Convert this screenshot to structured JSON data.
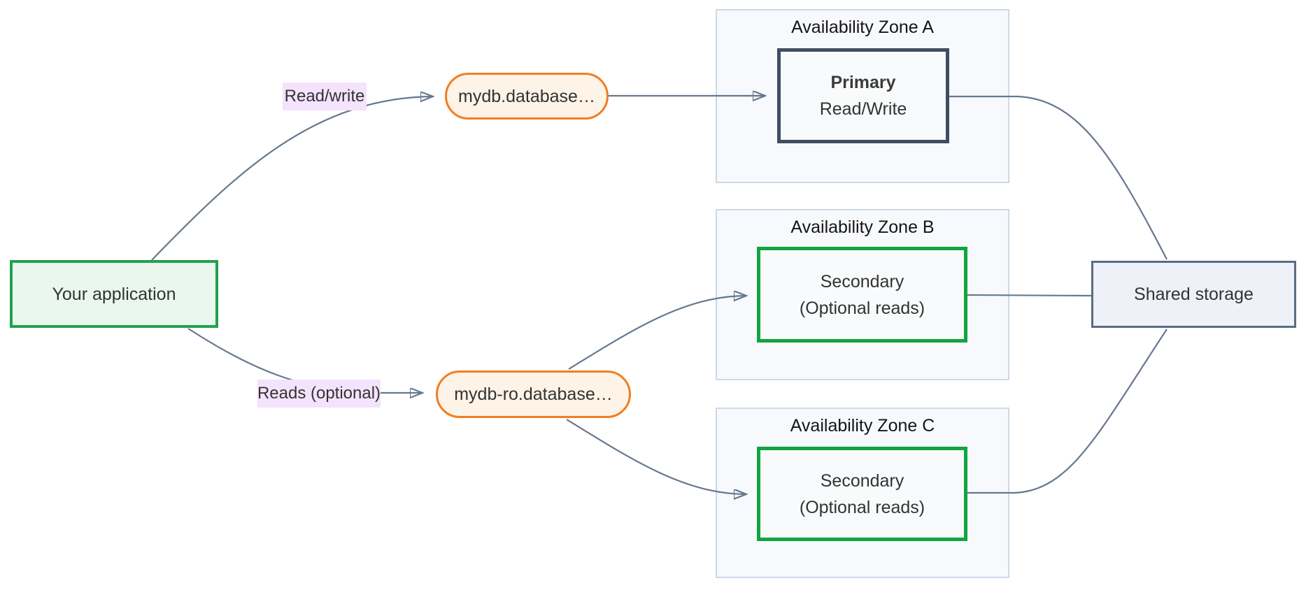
{
  "diagram": {
    "nodes": {
      "application": {
        "label": "Your application"
      },
      "endpoint_rw": {
        "label": "mydb.database…"
      },
      "endpoint_ro": {
        "label": "mydb-ro.database…"
      },
      "primary": {
        "title": "Primary",
        "subtitle": "Read/Write"
      },
      "secondary_b": {
        "title": "Secondary",
        "subtitle": "(Optional reads)"
      },
      "secondary_c": {
        "title": "Secondary",
        "subtitle": "(Optional reads)"
      },
      "shared_storage": {
        "label": "Shared storage"
      }
    },
    "zones": {
      "a": {
        "title": "Availability Zone A"
      },
      "b": {
        "title": "Availability Zone B"
      },
      "c": {
        "title": "Availability Zone C"
      }
    },
    "edge_labels": {
      "read_write": "Read/write",
      "reads_optional": "Reads (optional)"
    },
    "colors": {
      "canvas-bg": "#ffffff",
      "connector": "#66788f",
      "text": "#333333",
      "zone-title-text": "#151515",
      "zone-fill": "#f7f9fc",
      "zone-border": "#cdd9e7",
      "app-fill": "#eaf7ef",
      "app-border": "#22a14f",
      "endpoint-fill": "#fdf3e6",
      "endpoint-border": "#f07e23",
      "instance-fill": "#f8fafc",
      "primary-border": "#3e4d63",
      "secondary-border": "#10a53e",
      "storage-fill": "#eef2f8",
      "storage-border": "#5b6b85",
      "edge-label-bg": "#f3e3fc"
    }
  }
}
